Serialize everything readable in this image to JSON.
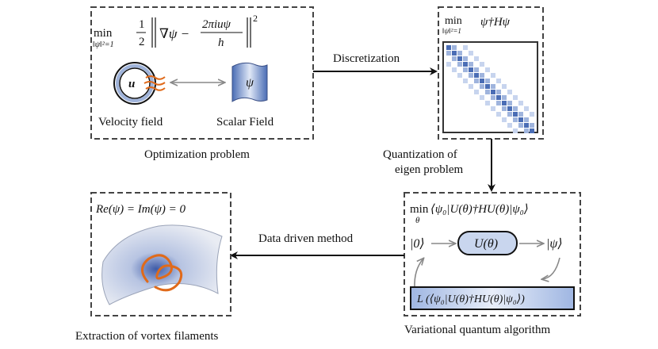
{
  "optimization": {
    "caption": "Optimization problem",
    "formula": {
      "min": "min",
      "constraint": "‖ψ‖²=1",
      "half_num": "1",
      "half_den": "2",
      "grad_term": "∇ψ −",
      "frac_num": "2πiuψ",
      "frac_den": "h",
      "power": "2"
    },
    "velocity_label": "Velocity field",
    "velocity_symbol": "u",
    "scalar_label": "Scalar Field",
    "scalar_symbol": "ψ"
  },
  "eigen": {
    "min": "min",
    "constraint": "‖ψ‖²=1",
    "expression": "ψ†Hψ"
  },
  "arrows": {
    "discretization": "Discretization",
    "quantization_line1": "Quantization of",
    "quantization_line2": "eigen problem",
    "data_driven": "Data driven method"
  },
  "vqa": {
    "caption": "Variational quantum algorithm",
    "min": "min",
    "min_sub": "θ",
    "objective": "⟨ψ₀|U(θ)†HU(θ)|ψ₀⟩",
    "ket_zero": "|0⟩",
    "unitary": "U(θ)",
    "ket_psi": "|ψ⟩",
    "loss": "L (⟨ψ₀|U(θ)†HU(θ)|ψ₀⟩)"
  },
  "vortex": {
    "caption": "Extraction of vortex filaments",
    "condition": "Re(ψ) = Im(ψ) = 0"
  },
  "colors": {
    "box_stroke": "#444444",
    "accent_blue": "#4a6db5",
    "light_blue": "#c9d6ee",
    "orange": "#e06a1a",
    "gray_arrow": "#888888"
  }
}
